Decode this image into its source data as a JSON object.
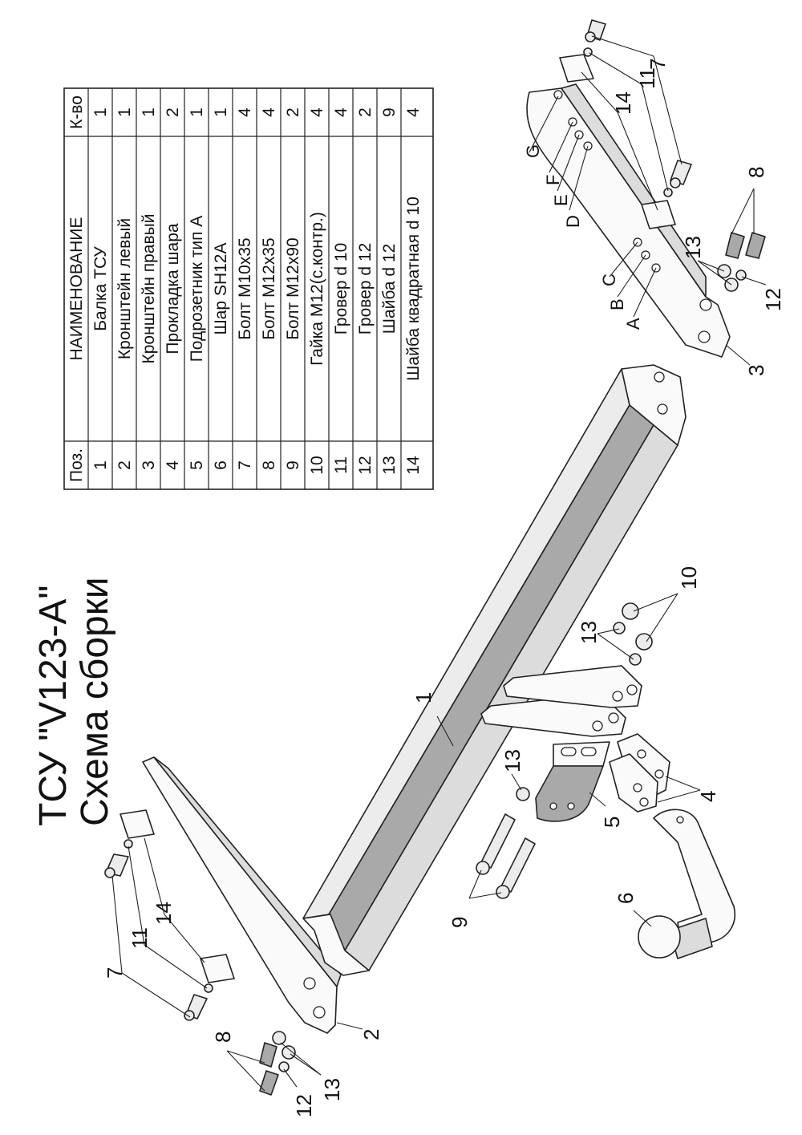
{
  "title": {
    "line1": "ТСУ \"V123-A\"",
    "line2": "Схема сборки"
  },
  "table": {
    "headers": {
      "pos": "Поз.",
      "name": "НАИМЕНОВАНИЕ",
      "qty": "К-во"
    },
    "rows": [
      {
        "pos": "1",
        "name": "Балка ТСУ",
        "qty": "1"
      },
      {
        "pos": "2",
        "name": "Кронштейн левый",
        "qty": "1"
      },
      {
        "pos": "3",
        "name": "Кронштейн правый",
        "qty": "1"
      },
      {
        "pos": "4",
        "name": "Прокладка шара",
        "qty": "2"
      },
      {
        "pos": "5",
        "name": "Подрозетник тип А",
        "qty": "1"
      },
      {
        "pos": "6",
        "name": "Шар SH12A",
        "qty": "1"
      },
      {
        "pos": "7",
        "name": "Болт М10х35",
        "qty": "4"
      },
      {
        "pos": "8",
        "name": "Болт М12х35",
        "qty": "4"
      },
      {
        "pos": "9",
        "name": "Болт М12х90",
        "qty": "2"
      },
      {
        "pos": "10",
        "name": "Гайка М12(с.контр.)",
        "qty": "4"
      },
      {
        "pos": "11",
        "name": "Гровер d 10",
        "qty": "4"
      },
      {
        "pos": "12",
        "name": "Гровер d 12",
        "qty": "2"
      },
      {
        "pos": "13",
        "name": "Шайба d 12",
        "qty": "9"
      },
      {
        "pos": "14",
        "name": "Шайба квадратная d 10",
        "qty": "4"
      }
    ]
  },
  "callouts": {
    "beam": "1",
    "bracket_left": "2",
    "bracket_right": "3",
    "spacers": "4",
    "socket_plate": "5",
    "ball": "6",
    "bolt7_left": "7",
    "bolt7_right": "7",
    "bolt8_left": "8",
    "bolt8_right": "8",
    "bolts9": "9",
    "nuts10": "10",
    "grover11_left": "11",
    "grover11_right": "11",
    "grover12_left": "12",
    "grover12_right": "12",
    "washer13_left": "13",
    "washer13_right": "13",
    "washer13_center": "13",
    "washer13_socket": "13",
    "sqwasher14_left": "14",
    "sqwasher14_right": "14"
  },
  "hole_labels": [
    "A",
    "B",
    "C",
    "D",
    "E",
    "F",
    "G"
  ]
}
